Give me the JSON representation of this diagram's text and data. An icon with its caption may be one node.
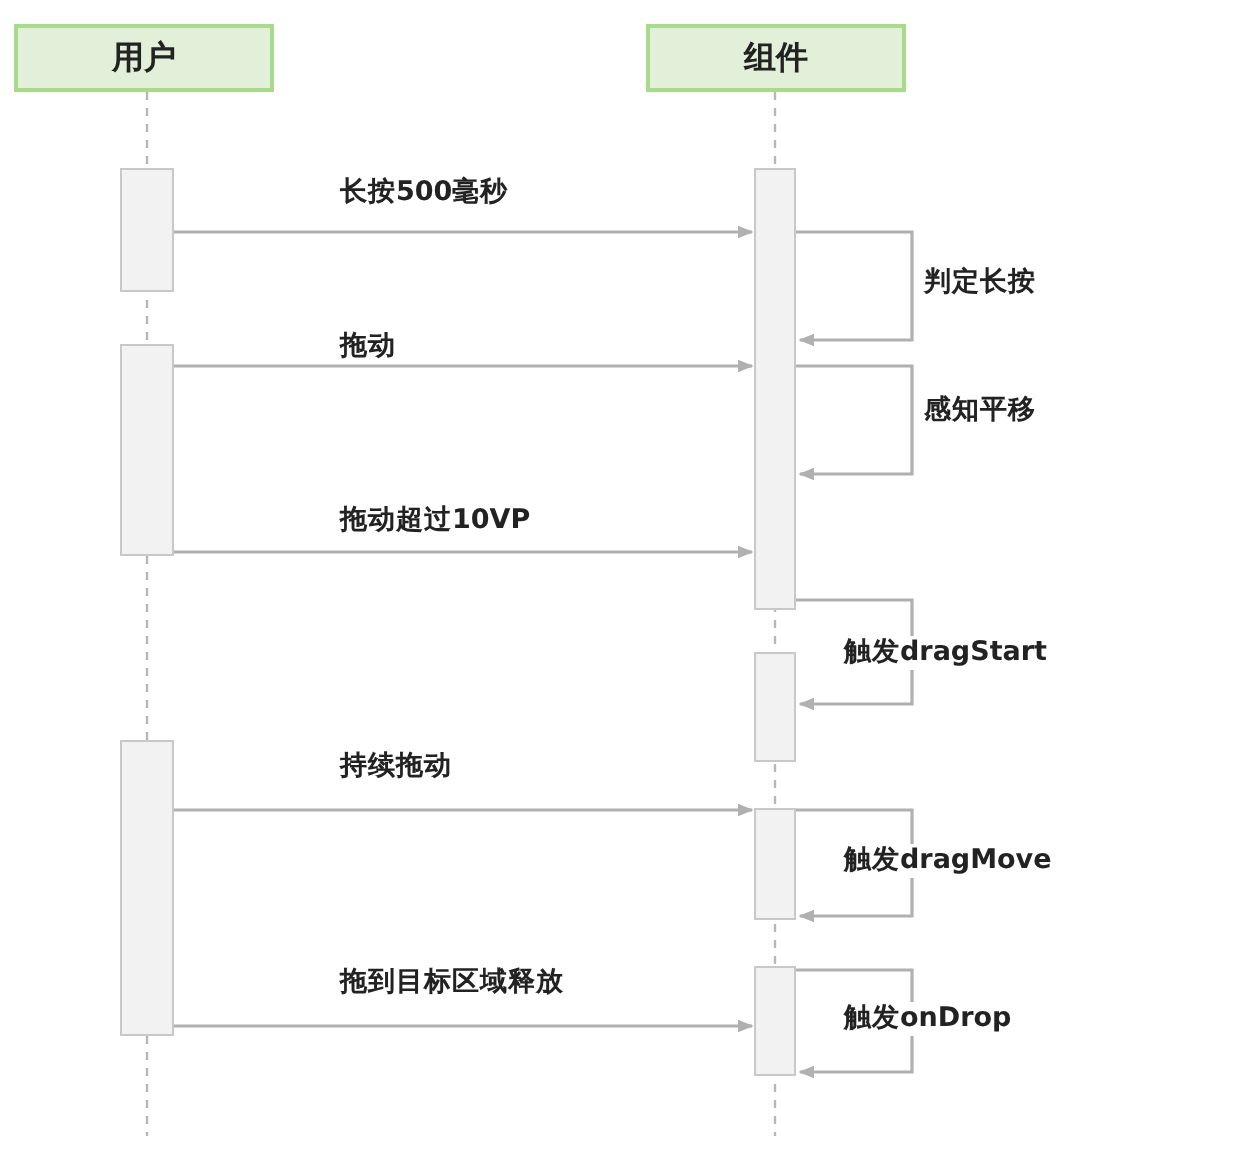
{
  "diagram": {
    "nodes": [
      {
        "text": [
          "用户"
        ]
      },
      {
        "text": [
          "组件"
        ]
      },
      {
        "text": [],
        "shape": "bar"
      },
      {
        "text": [],
        "shape": "bar"
      },
      {
        "text": [],
        "shape": "bar"
      },
      {
        "text": [],
        "shape": "bar"
      },
      {
        "text": [],
        "shape": "bar"
      },
      {
        "text": [],
        "shape": "bar"
      },
      {
        "text": [],
        "shape": "bar"
      }
    ],
    "edges": [
      {
        "from": 2,
        "to": 5,
        "arrow": "to",
        "label": "长按500毫秒"
      },
      {
        "from": 5,
        "to": 5,
        "arrow": "to",
        "label": "判定长按"
      },
      {
        "from": 3,
        "to": 5,
        "arrow": "to",
        "label": "拖动"
      },
      {
        "from": 5,
        "to": 5,
        "arrow": "to",
        "label": "感知平移"
      },
      {
        "from": 3,
        "to": 5,
        "arrow": "to",
        "label": "拖动超过10VP"
      },
      {
        "from": 5,
        "to": 6,
        "arrow": "to",
        "label": "触发dragStart"
      },
      {
        "from": 4,
        "to": 7,
        "arrow": "to",
        "label": "持续拖动"
      },
      {
        "from": 7,
        "to": 7,
        "arrow": "to",
        "label": "触发dragMove"
      },
      {
        "from": 4,
        "to": 8,
        "arrow": "to",
        "label": "拖到目标区域释放"
      },
      {
        "from": 8,
        "to": 8,
        "arrow": "to",
        "label": "触发onDrop"
      }
    ]
  }
}
